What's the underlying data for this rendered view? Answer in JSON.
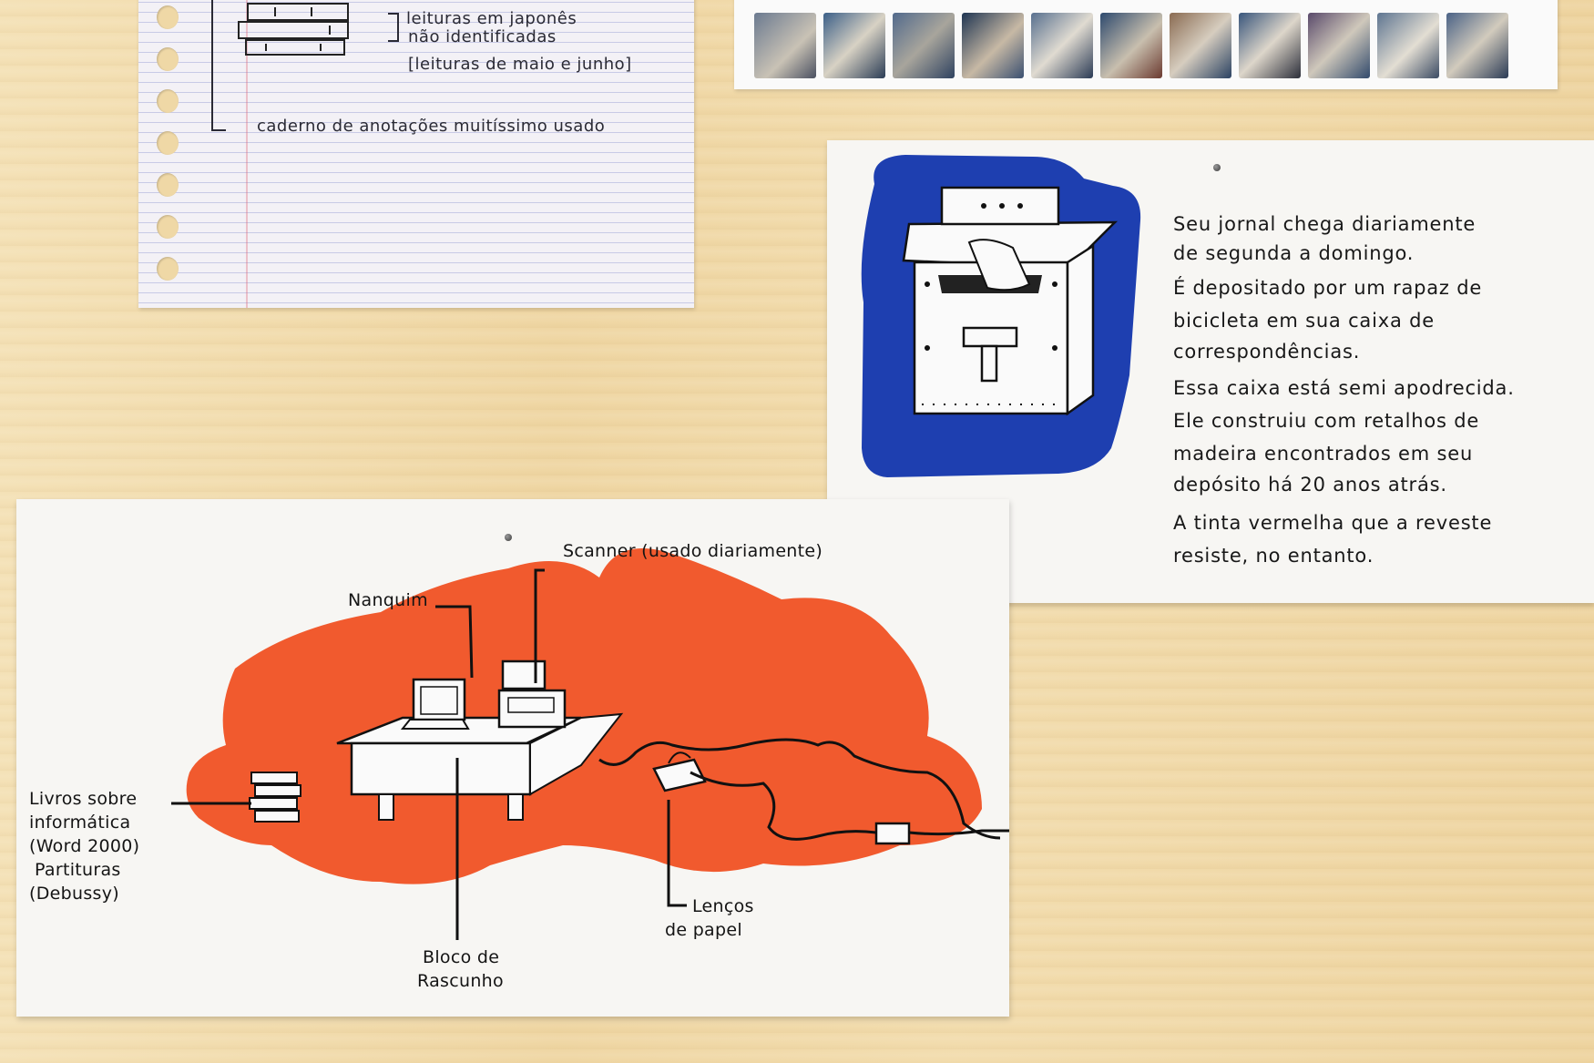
{
  "notebook": {
    "lines": [
      {
        "text": "leituras em japonês"
      },
      {
        "text": "não identificadas"
      },
      {
        "text": "[leituras de maio e junho]"
      },
      {
        "text": "caderno de anotações muitíssimo usado"
      }
    ]
  },
  "mailbox_card": {
    "lines": [
      "Seu jornal chega diariamente",
      "de segunda a domingo.",
      "É depositado por um rapaz de",
      "bicicleta em sua caixa de",
      "correspondências.",
      "Essa caixa está semi apodrecida.",
      "Ele construiu com retalhos de",
      "madeira encontrados em seu",
      "depósito há 20 anos atrás.",
      "A tinta vermelha que a reveste",
      "resiste, no entanto."
    ],
    "box_color": "#1e3fb0"
  },
  "desk_card": {
    "labels": {
      "scanner": "Scanner (usado diariamente)",
      "nanquim": "Nanquim",
      "livros": [
        "Livros sobre",
        "informática",
        "(Word 2000)",
        "Partituras",
        "(Debussy)"
      ],
      "bloco": [
        "Bloco de",
        "Rascunho"
      ],
      "lencos": [
        "Lenços",
        "de papel"
      ]
    },
    "blob_color": "#f15a2e"
  },
  "colors": {
    "wood": "#efd9a9",
    "paper": "#f7f6f3",
    "ink": "#141414"
  }
}
